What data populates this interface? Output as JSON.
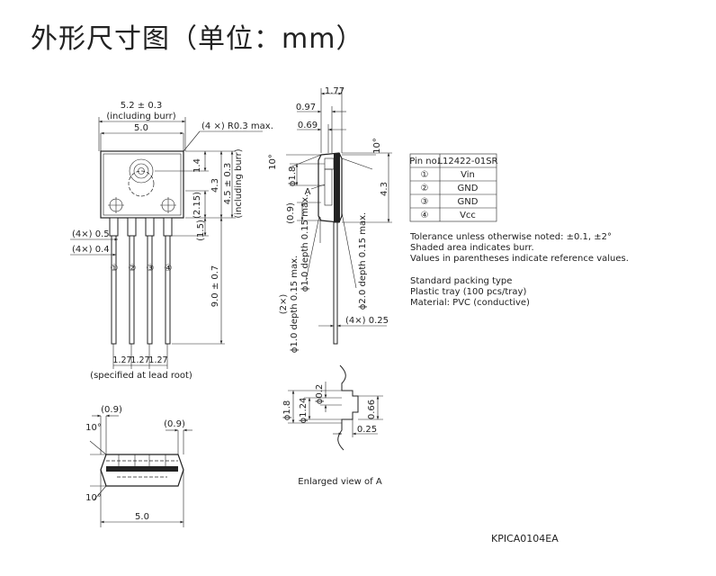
{
  "title": "外形尺寸图（单位：mm）",
  "front_view": {
    "width_total": "5.2 ± 0.3",
    "width_total_note": "(including burr)",
    "width_body": "5.0",
    "corner_radius": "(4 ×) R0.3 max.",
    "dim_1_4": "1.4",
    "dim_4_3": "4.3",
    "dim_2_15": "(2.15)",
    "dim_height": "4.5 ± 0.3",
    "dim_height_note": "(including burr)",
    "dim_1_5": "(1.5)",
    "lead_width_05": "(4×) 0.5",
    "lead_width_04": "(4×) 0.4",
    "pins": [
      "①",
      "②",
      "③",
      "④"
    ],
    "lead_length": "9.0 ± 0.7",
    "pitch": [
      "1.27",
      "1.27",
      "1.27"
    ],
    "pitch_note": "(specified at lead root)"
  },
  "side_view": {
    "dim_1_77": "1.77",
    "dim_0_97": "0.97",
    "dim_0_69": "0.69",
    "angle_left": "10°",
    "angle_right": "10°",
    "dim_phi_1_8": "ϕ1.8",
    "label_a": "A",
    "dim_0_9": "(0.9)",
    "depth_1": "0.15 max.",
    "depth_2": "(2×)",
    "depth_2b": "ϕ1.0 depth 0.15 max.",
    "depth_3": "ϕ2.0 depth 0.15 max.",
    "dim_4_3": "4.3",
    "lead_thickness": "(4×) 0.25"
  },
  "bottom_view": {
    "dim_0_9_left": "(0.9)",
    "dim_0_9_right": "(0.9)",
    "angle_top": "10°",
    "angle_bottom": "10°",
    "width": "5.0"
  },
  "enlarged_view": {
    "phi_1_8": "ϕ1.8",
    "phi_1_24": "ϕ1.24",
    "phi_0_2": "ϕ0.2",
    "dim_0_66": "0.66",
    "dim_0_25": "0.25",
    "caption": "Enlarged view of A"
  },
  "pin_table": {
    "headers": [
      "Pin no.",
      "L12422-01SR"
    ],
    "rows": [
      [
        "①",
        "Vin"
      ],
      [
        "②",
        "GND"
      ],
      [
        "③",
        "GND"
      ],
      [
        "④",
        "Vcc"
      ]
    ]
  },
  "notes": [
    "Tolerance unless otherwise noted: ±0.1, ±2°",
    "Shaded area indicates burr.",
    "Values in parentheses indicate reference values."
  ],
  "packing": [
    "Standard packing type",
    "Plastic tray (100 pcs/tray)",
    "Material: PVC (conductive)"
  ],
  "doc_code": "KPICA0104EA"
}
